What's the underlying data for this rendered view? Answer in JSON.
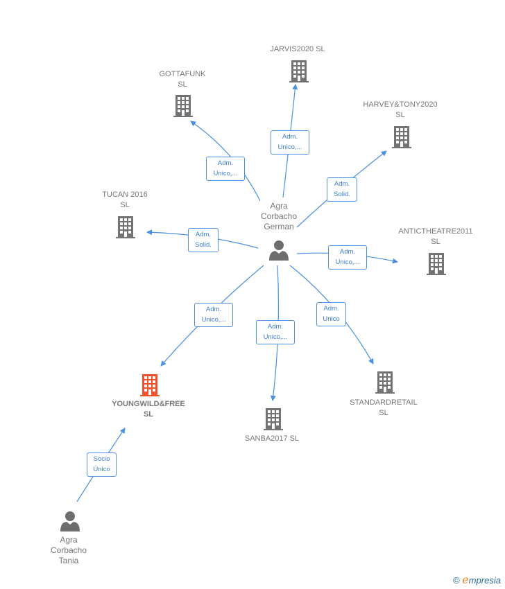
{
  "center": {
    "line1": "Agra",
    "line2": "Corbacho",
    "line3": "German"
  },
  "tania": {
    "line1": "Agra",
    "line2": "Corbacho",
    "line3": "Tania"
  },
  "companies": {
    "jarvis": {
      "line1": "JARVIS2020  SL"
    },
    "gottafunk": {
      "line1": "GOTTAFUNK",
      "line2": "SL"
    },
    "harvey": {
      "line1": "HARVEY&TONY2020",
      "line2": "SL"
    },
    "tucan": {
      "line1": "TUCAN 2016",
      "line2": "SL"
    },
    "antic": {
      "line1": "ANTICTHEATRE2011",
      "line2": "SL"
    },
    "young": {
      "line1": "YOUNGWILD&FREE",
      "line2": "SL"
    },
    "sanba": {
      "line1": "SANBA2017  SL"
    },
    "standard": {
      "line1": "STANDARDRETAIL",
      "line2": "SL"
    }
  },
  "edges": {
    "jarvis": {
      "l1": "Adm.",
      "l2": "Unico,..."
    },
    "gottafunk": {
      "l1": "Adm.",
      "l2": "Unico,..."
    },
    "harvey": {
      "l1": "Adm.",
      "l2": "Solid."
    },
    "tucan": {
      "l1": "Adm.",
      "l2": "Solid."
    },
    "antic": {
      "l1": "Adm.",
      "l2": "Unico,..."
    },
    "young": {
      "l1": "Adm.",
      "l2": "Unico,..."
    },
    "sanba": {
      "l1": "Adm.",
      "l2": "Unico,..."
    },
    "standard": {
      "l1": "Adm.",
      "l2": "Unico"
    },
    "tania": {
      "l1": "Socio",
      "l2": "Único"
    }
  },
  "colors": {
    "edge": "#4a8fe0",
    "building": "#737373",
    "highlight": "#f0522b"
  },
  "footer": {
    "copyright": "©",
    "brand_e": "e",
    "brand_rest": "mpresia"
  }
}
